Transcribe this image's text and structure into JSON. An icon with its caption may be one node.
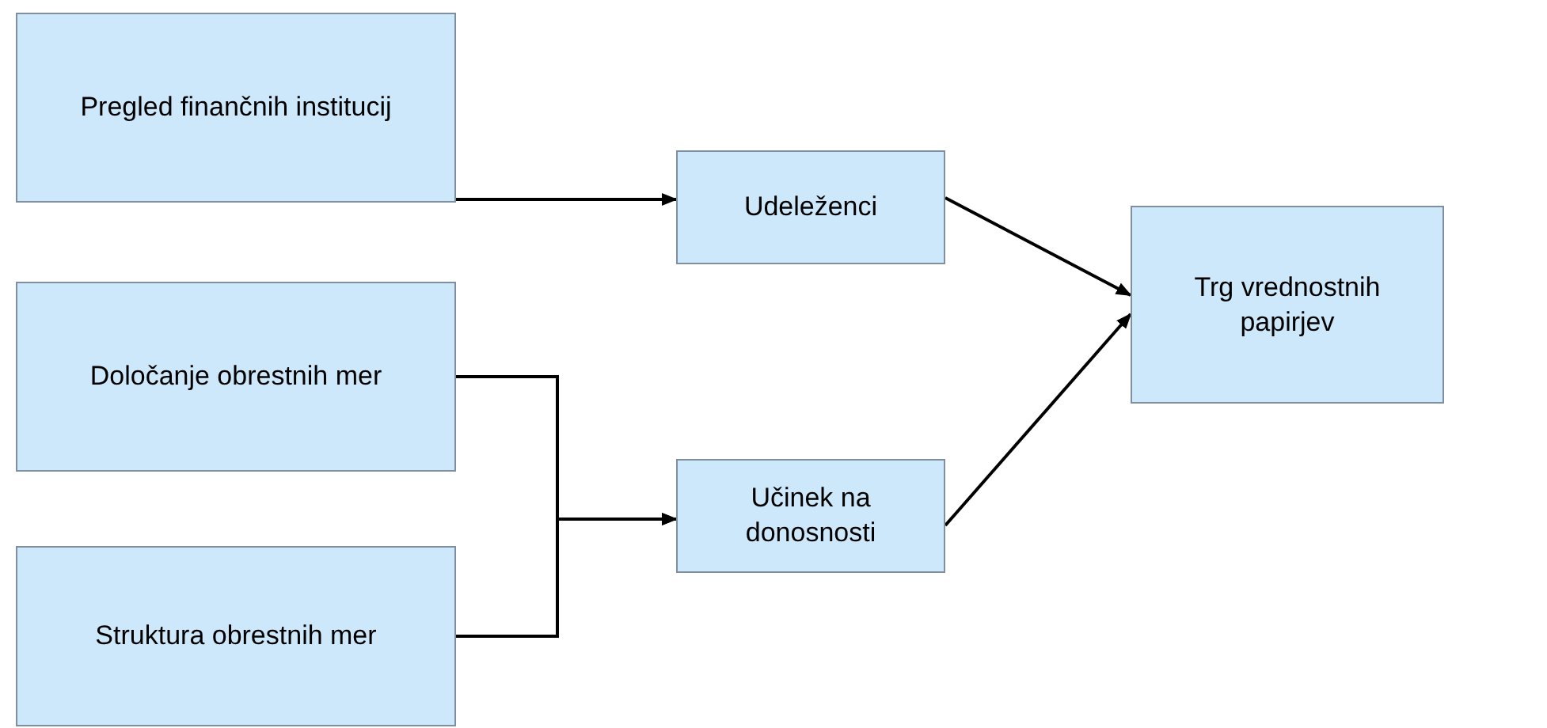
{
  "diagram": {
    "nodes": [
      {
        "text": [
          "Pregled finančnih institucij"
        ]
      },
      {
        "text": [
          "Udeleženci"
        ]
      },
      {
        "text": [
          "Določanje obrestnih mer"
        ]
      },
      {
        "text": [
          "Struktura obrestnih mer"
        ]
      },
      {
        "text": [
          "Učinek na donosnosti"
        ]
      },
      {
        "text": [
          "Trg vrednostnih papirjev"
        ]
      }
    ],
    "edges": [
      {
        "from": 0,
        "to": 1,
        "arrow": "to"
      },
      {
        "from": 2,
        "to": 4,
        "arrow": "to"
      },
      {
        "from": 3,
        "to": 4,
        "arrow": "to"
      },
      {
        "from": 1,
        "to": 5,
        "arrow": "to"
      },
      {
        "from": 4,
        "to": 5,
        "arrow": "to"
      }
    ]
  }
}
